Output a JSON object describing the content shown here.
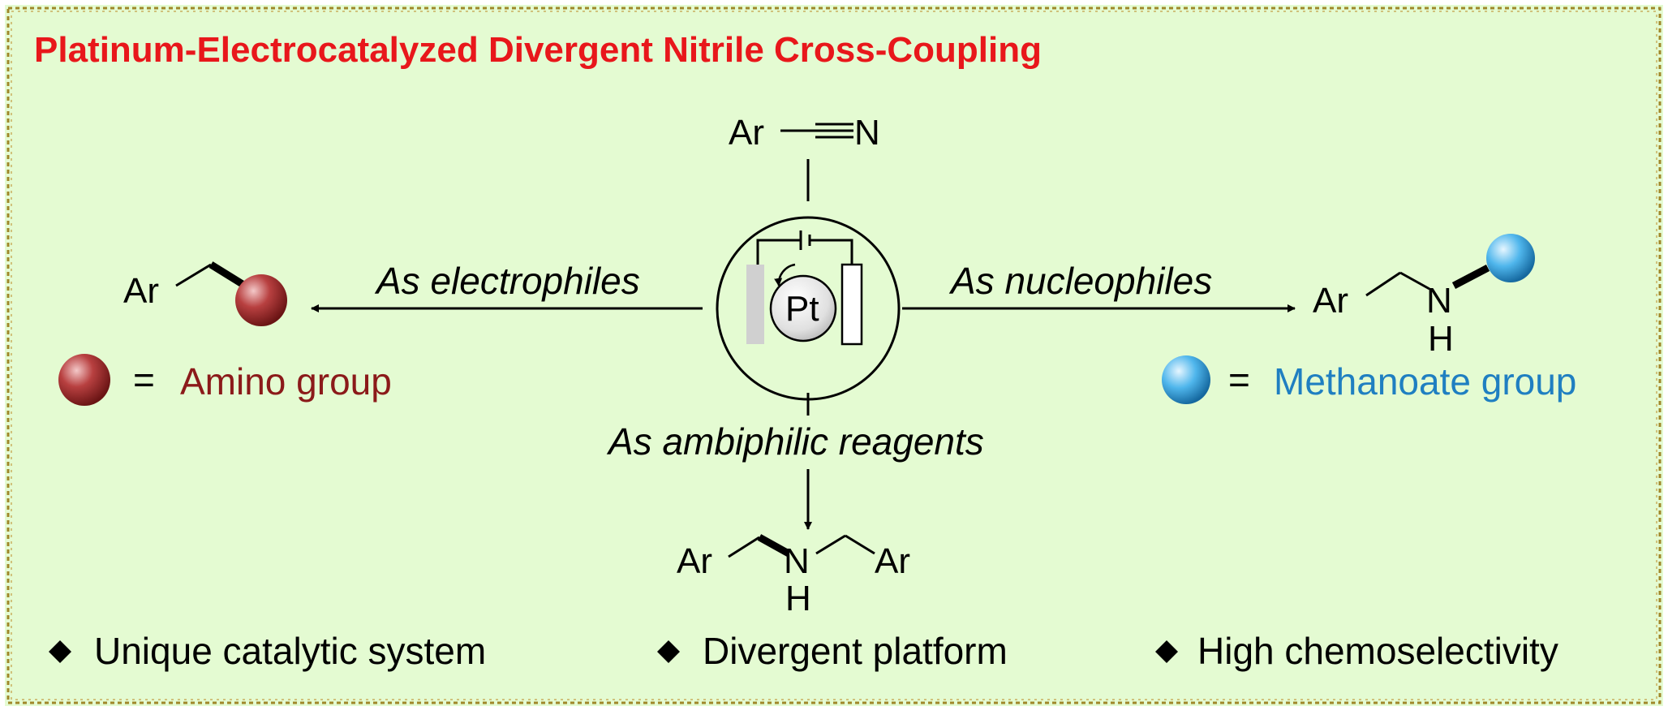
{
  "title": "Platinum-Electrocatalyzed Divergent Nitrile Cross-Coupling",
  "nitrile": {
    "ar": "Ar",
    "n": "N"
  },
  "center": {
    "electrode_label": "Pt"
  },
  "arrows": {
    "left": "As electrophiles",
    "right": "As nucleophiles",
    "down": "As ambiphilic reagents"
  },
  "products": {
    "left": {
      "ar": "Ar"
    },
    "right": {
      "ar": "Ar",
      "n": "N",
      "h": "H"
    },
    "bottom": {
      "ar_left": "Ar",
      "n": "N",
      "h": "H",
      "ar_right": "Ar"
    }
  },
  "legend": {
    "equals": "=",
    "red_label": "Amino group",
    "blue_label": "Methanoate group"
  },
  "bullets": [
    "Unique catalytic system",
    "Divergent platform",
    "High chemoselectivity"
  ],
  "colors": {
    "background": "#e4fbd2",
    "border": "#a0882a",
    "title": "#e8171b",
    "red_sphere": "#9e2a2a",
    "blue_sphere": "#2fa3e0",
    "blue_text": "#1f7fc1",
    "red_text": "#8b1a1a"
  }
}
